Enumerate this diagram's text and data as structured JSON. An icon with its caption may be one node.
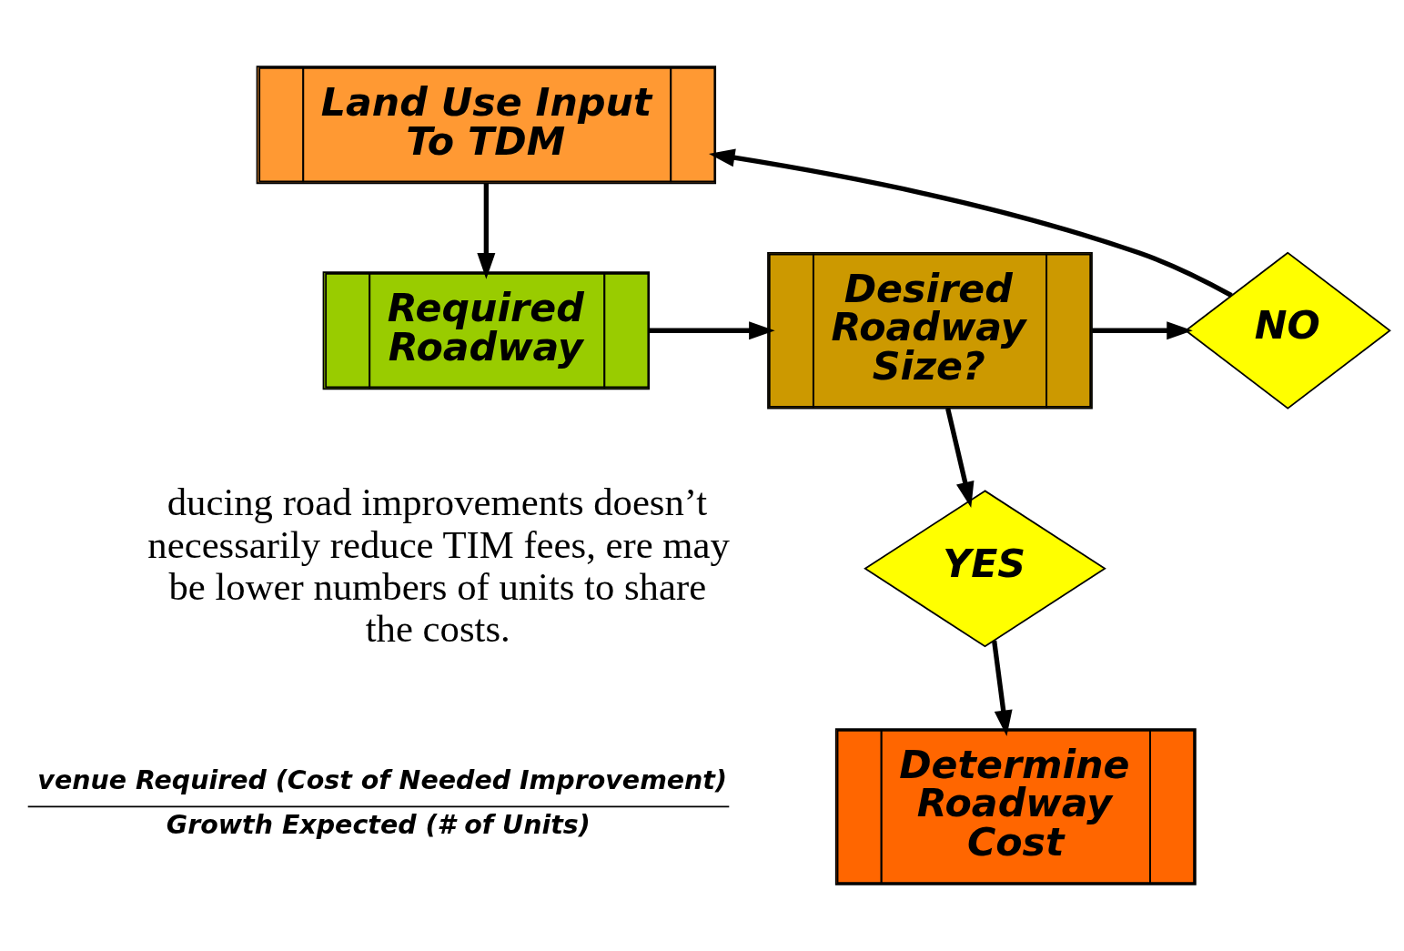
{
  "diagram": {
    "nodes": [
      {
        "text": [
          "Land Use Input To TDM"
        ]
      },
      {
        "text": [
          "Required Roadway"
        ]
      },
      {
        "text": [
          "Desired Roadway Size?"
        ]
      },
      {
        "text": [
          "NO"
        ]
      },
      {
        "text": [
          "YES"
        ]
      },
      {
        "text": [
          "Determine Roadway Cost"
        ]
      }
    ],
    "edges": [
      {
        "from": 0,
        "to": 1,
        "arrow": "to"
      },
      {
        "from": 1,
        "to": 2,
        "arrow": "to"
      },
      {
        "from": 2,
        "to": 3,
        "arrow": "to"
      },
      {
        "from": 3,
        "to": 0,
        "arrow": "to"
      },
      {
        "from": 2,
        "to": 4,
        "arrow": "to"
      },
      {
        "from": 4,
        "to": 5,
        "arrow": "to"
      }
    ],
    "labels": [
      "ducing road improvements doesn’t necessarily reduce TIM fees, ere may be lower numbers of units to share the costs.",
      "venue Required (Cost of Needed Improvement)",
      "Growth Expected (# of Units)"
    ]
  }
}
